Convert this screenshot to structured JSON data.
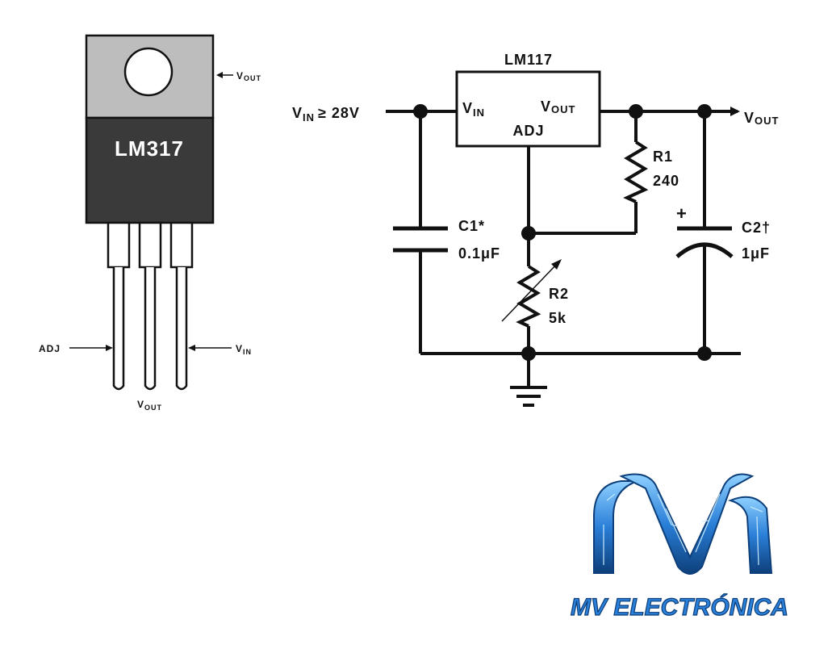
{
  "package": {
    "part_label": "LM317",
    "tab_pin_label": "V",
    "tab_pin_sub": "OUT",
    "pin_left_label": "ADJ",
    "pin_middle_label": "V",
    "pin_middle_sub": "OUT",
    "pin_right_label": "V",
    "pin_right_sub": "IN"
  },
  "schematic": {
    "ic_title": "LM117",
    "ic_pin_vin": "V",
    "ic_pin_vin_sub": "IN",
    "ic_pin_vout": "V",
    "ic_pin_vout_sub": "OUT",
    "ic_pin_adj": "ADJ",
    "input_label": "V",
    "input_sub": "IN",
    "input_condition": "≥ 28V",
    "output_label": "V",
    "output_sub": "OUT",
    "r1_name": "R1",
    "r1_value": "240",
    "r2_name": "R2",
    "r2_value": "5k",
    "c1_name": "C1*",
    "c1_value": "0.1μF",
    "c2_name": "C2†",
    "c2_value": "1μF",
    "c2_polarity": "+"
  },
  "brand": {
    "name": "MV ELECTRÓNICA",
    "colors": {
      "primary": "#2a7fd8",
      "dark": "#0d3f7a",
      "light": "#7cc4ff"
    }
  }
}
